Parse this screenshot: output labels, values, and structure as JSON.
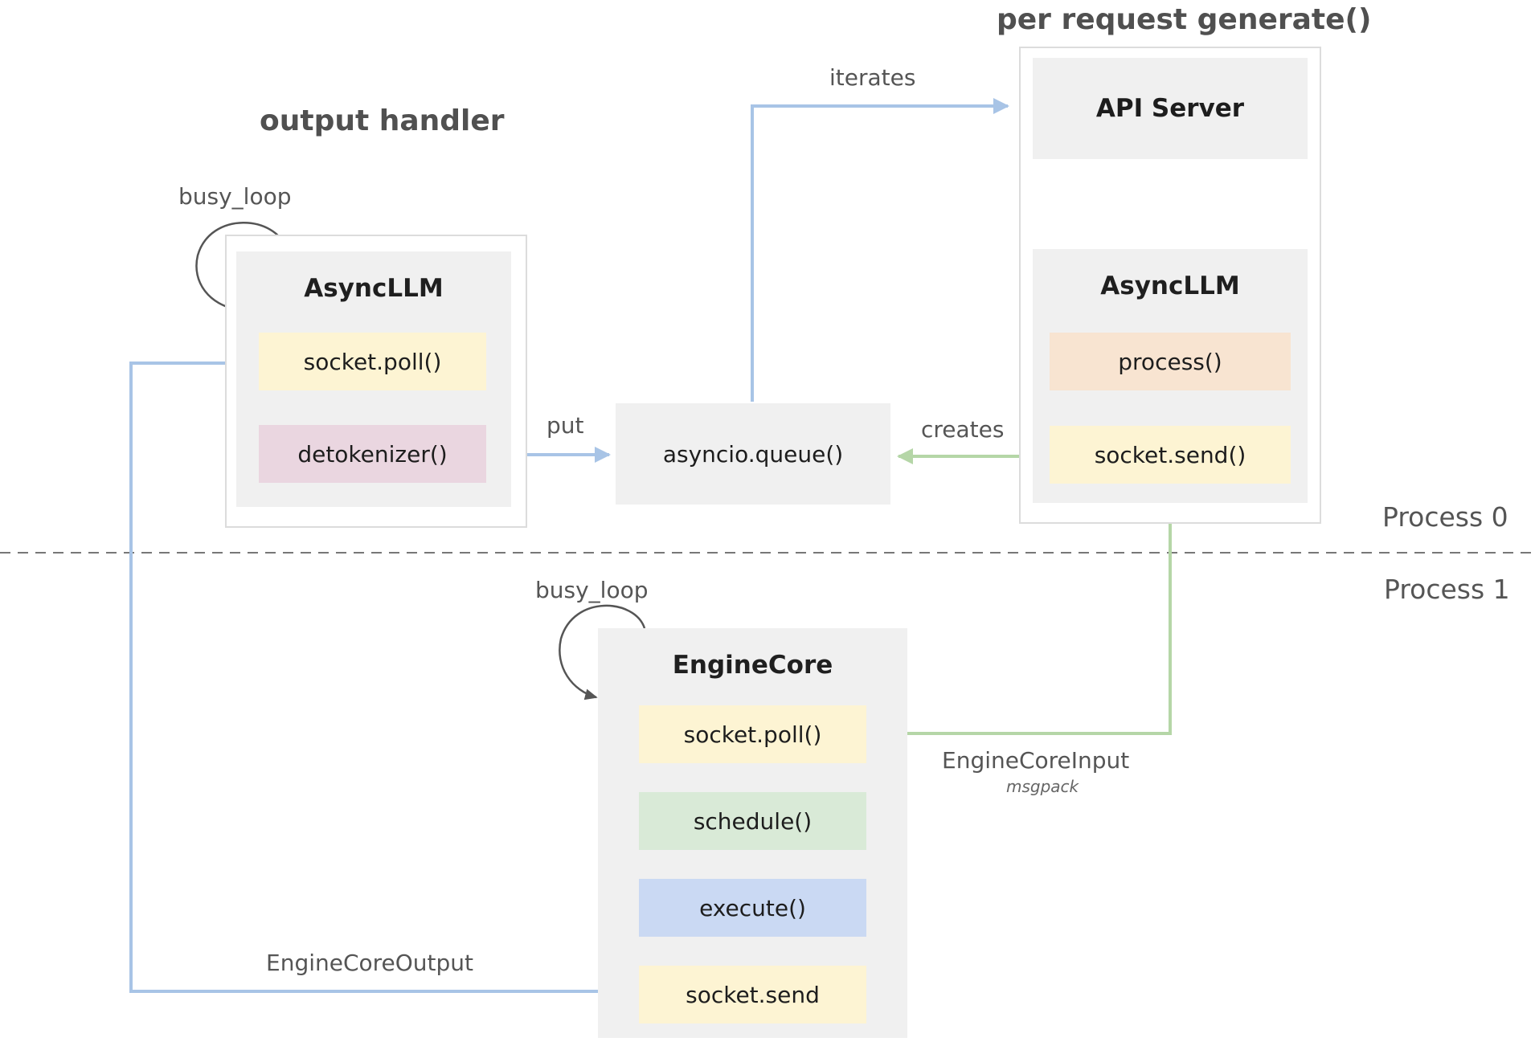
{
  "headings": {
    "output_handler": "output handler",
    "per_request": "per request generate()"
  },
  "process_labels": {
    "process0": "Process 0",
    "process1": "Process 1"
  },
  "output_handler_box": {
    "title": "AsyncLLM",
    "socket_poll": "socket.poll()",
    "detokenizer": "detokenizer()",
    "loop_label": "busy_loop"
  },
  "queue_box": {
    "label": "asyncio.queue()"
  },
  "request_box": {
    "api_server": "API Server",
    "title": "AsyncLLM",
    "process": "process()",
    "socket_send": "socket.send()"
  },
  "engine_core_box": {
    "title": "EngineCore",
    "socket_poll": "socket.poll()",
    "schedule": "schedule()",
    "execute": "execute()",
    "socket_send": "socket.send",
    "loop_label": "busy_loop"
  },
  "edge_labels": {
    "iterates": "iterates",
    "put": "put",
    "creates": "creates",
    "engine_core_input": "EngineCoreInput",
    "msgpack": "msgpack",
    "engine_core_output": "EngineCoreOutput"
  },
  "colors": {
    "blue_arrow": "#a8c4e6",
    "green_arrow": "#b5d6a7",
    "loop_arrow": "#555555",
    "divider": "#777777"
  }
}
